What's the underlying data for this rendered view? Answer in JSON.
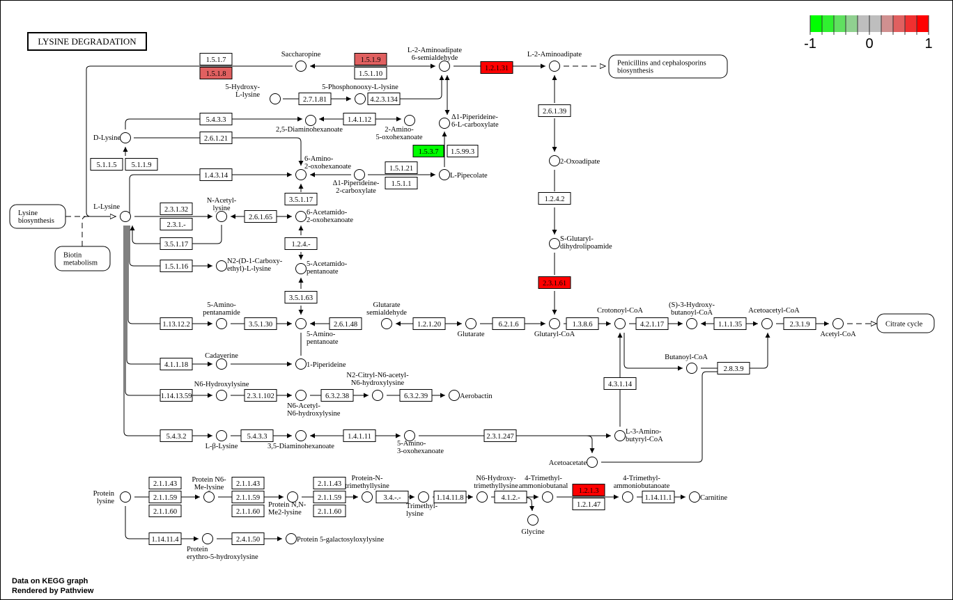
{
  "title": "LYSINE DEGRADATION",
  "footer": [
    "Data on KEGG graph",
    "Rendered by Pathview"
  ],
  "legend": {
    "min_label": "-1",
    "mid_label": "0",
    "max_label": "1",
    "colors": [
      "#00ff00",
      "#30f030",
      "#60e060",
      "#90d090",
      "#bebebe",
      "#bebebe",
      "#d09090",
      "#e06060",
      "#f03030",
      "#ff0000"
    ]
  },
  "enzymes": [
    {
      "id": "e1",
      "label": "1.5.1.7",
      "color": "#ffffff"
    },
    {
      "id": "e2",
      "label": "1.5.1.8",
      "color": "#e06060"
    },
    {
      "id": "e3",
      "label": "1.5.1.9",
      "color": "#e06060"
    },
    {
      "id": "e4",
      "label": "1.5.1.10",
      "color": "#ffffff"
    },
    {
      "id": "e5",
      "label": "1.2.1.31",
      "color": "#ff0000"
    },
    {
      "id": "e6",
      "label": "2.7.1.81",
      "color": "#ffffff"
    },
    {
      "id": "e7",
      "label": "4.2.3.134",
      "color": "#ffffff"
    },
    {
      "id": "e8",
      "label": "5.4.3.3",
      "color": "#ffffff"
    },
    {
      "id": "e9",
      "label": "1.4.1.12",
      "color": "#ffffff"
    },
    {
      "id": "e10",
      "label": "2.6.1.21",
      "color": "#ffffff"
    },
    {
      "id": "e11",
      "label": "2.6.1.39",
      "color": "#ffffff"
    },
    {
      "id": "e12",
      "label": "1.5.3.7",
      "color": "#00ff00"
    },
    {
      "id": "e13",
      "label": "1.5.99.3",
      "color": "#ffffff"
    },
    {
      "id": "e14",
      "label": "5.1.1.5",
      "color": "#ffffff"
    },
    {
      "id": "e15",
      "label": "5.1.1.9",
      "color": "#ffffff"
    },
    {
      "id": "e16",
      "label": "1.4.3.14",
      "color": "#ffffff"
    },
    {
      "id": "e17",
      "label": "1.5.1.21",
      "color": "#ffffff"
    },
    {
      "id": "e18",
      "label": "1.5.1.1",
      "color": "#ffffff"
    },
    {
      "id": "e19",
      "label": "3.5.1.17",
      "color": "#ffffff"
    },
    {
      "id": "e20",
      "label": "1.2.4.2",
      "color": "#ffffff"
    },
    {
      "id": "e21",
      "label": "2.3.1.32",
      "color": "#ffffff"
    },
    {
      "id": "e22",
      "label": "2.3.1.-",
      "color": "#ffffff"
    },
    {
      "id": "e23",
      "label": "2.6.1.65",
      "color": "#ffffff"
    },
    {
      "id": "e24",
      "label": "3.5.1.17",
      "color": "#ffffff"
    },
    {
      "id": "e25",
      "label": "1.2.4.-",
      "color": "#ffffff"
    },
    {
      "id": "e26",
      "label": "1.5.1.16",
      "color": "#ffffff"
    },
    {
      "id": "e27",
      "label": "2.3.1.61",
      "color": "#ff0000"
    },
    {
      "id": "e28",
      "label": "3.5.1.63",
      "color": "#ffffff"
    },
    {
      "id": "e29",
      "label": "1.13.12.2",
      "color": "#ffffff"
    },
    {
      "id": "e30",
      "label": "3.5.1.30",
      "color": "#ffffff"
    },
    {
      "id": "e31",
      "label": "2.6.1.48",
      "color": "#ffffff"
    },
    {
      "id": "e32",
      "label": "1.2.1.20",
      "color": "#ffffff"
    },
    {
      "id": "e33",
      "label": "6.2.1.6",
      "color": "#ffffff"
    },
    {
      "id": "e34",
      "label": "1.3.8.6",
      "color": "#ffffff"
    },
    {
      "id": "e35",
      "label": "4.2.1.17",
      "color": "#ffffff"
    },
    {
      "id": "e36",
      "label": "1.1.1.35",
      "color": "#ffffff"
    },
    {
      "id": "e37",
      "label": "2.3.1.9",
      "color": "#ffffff"
    },
    {
      "id": "e38",
      "label": "4.1.1.18",
      "color": "#ffffff"
    },
    {
      "id": "e39",
      "label": "2.8.3.9",
      "color": "#ffffff"
    },
    {
      "id": "e40",
      "label": "4.3.1.14",
      "color": "#ffffff"
    },
    {
      "id": "e41",
      "label": "1.14.13.59",
      "color": "#ffffff"
    },
    {
      "id": "e42",
      "label": "2.3.1.102",
      "color": "#ffffff"
    },
    {
      "id": "e43",
      "label": "6.3.2.38",
      "color": "#ffffff"
    },
    {
      "id": "e44",
      "label": "6.3.2.39",
      "color": "#ffffff"
    },
    {
      "id": "e45",
      "label": "5.4.3.2",
      "color": "#ffffff"
    },
    {
      "id": "e46",
      "label": "5.4.3.3",
      "color": "#ffffff"
    },
    {
      "id": "e47",
      "label": "1.4.1.11",
      "color": "#ffffff"
    },
    {
      "id": "e48",
      "label": "2.3.1.247",
      "color": "#ffffff"
    },
    {
      "id": "e49",
      "label": "2.1.1.43",
      "color": "#ffffff"
    },
    {
      "id": "e50",
      "label": "2.1.1.59",
      "color": "#ffffff"
    },
    {
      "id": "e51",
      "label": "2.1.1.60",
      "color": "#ffffff"
    },
    {
      "id": "e52",
      "label": "2.1.1.43",
      "color": "#ffffff"
    },
    {
      "id": "e53",
      "label": "2.1.1.59",
      "color": "#ffffff"
    },
    {
      "id": "e54",
      "label": "2.1.1.60",
      "color": "#ffffff"
    },
    {
      "id": "e55",
      "label": "2.1.1.43",
      "color": "#ffffff"
    },
    {
      "id": "e56",
      "label": "2.1.1.59",
      "color": "#ffffff"
    },
    {
      "id": "e57",
      "label": "2.1.1.60",
      "color": "#ffffff"
    },
    {
      "id": "e58",
      "label": "3.4.-.-",
      "color": "#ffffff"
    },
    {
      "id": "e59",
      "label": "1.14.11.8",
      "color": "#ffffff"
    },
    {
      "id": "e60",
      "label": "4.1.2.-",
      "color": "#ffffff"
    },
    {
      "id": "e61",
      "label": "1.2.1.3",
      "color": "#ff0000"
    },
    {
      "id": "e62",
      "label": "1.2.1.47",
      "color": "#ffffff"
    },
    {
      "id": "e63",
      "label": "1.14.11.1",
      "color": "#ffffff"
    },
    {
      "id": "e64",
      "label": "1.14.11.4",
      "color": "#ffffff"
    },
    {
      "id": "e65",
      "label": "2.4.1.50",
      "color": "#ffffff"
    }
  ],
  "compounds": [
    {
      "id": "c_saccharopine",
      "label": [
        "Saccharopine"
      ]
    },
    {
      "id": "c_l2aa6sa",
      "label": [
        "L-2-Aminoadipate",
        "6-semialdehyde"
      ]
    },
    {
      "id": "c_l2aa",
      "label": [
        "L-2-Aminoadipate"
      ]
    },
    {
      "id": "c_5hl",
      "label": [
        "5-Hydroxy-",
        "L-lysine"
      ]
    },
    {
      "id": "c_5pl",
      "label": [
        "5-Phosphonooxy-L-lysine"
      ]
    },
    {
      "id": "c_25dh",
      "label": [
        "2,5-Diaminohexanoate"
      ]
    },
    {
      "id": "c_2a5o",
      "label": [
        "2-Amino-",
        "5-oxohexanoate"
      ]
    },
    {
      "id": "c_p6c",
      "label": [
        "Δ1-Piperideine-",
        "6-L-carboxylate"
      ]
    },
    {
      "id": "c_dlys",
      "label": [
        "D-Lysine"
      ]
    },
    {
      "id": "c_2oxo",
      "label": [
        "2-Oxoadipate"
      ]
    },
    {
      "id": "c_6a2o",
      "label": [
        "6-Amino-",
        "2-oxohexanoate"
      ]
    },
    {
      "id": "c_p2c",
      "label": [
        "Δ1-Piperideine-",
        "2-carboxylate"
      ]
    },
    {
      "id": "c_lpip",
      "label": [
        "L-Pipecolate"
      ]
    },
    {
      "id": "c_llys",
      "label": [
        "L-Lysine"
      ]
    },
    {
      "id": "c_nacl",
      "label": [
        "N-Acetyl-",
        "lysine"
      ]
    },
    {
      "id": "c_6acx",
      "label": [
        "6-Acetamido-",
        "2-oxohexanoate"
      ]
    },
    {
      "id": "c_sgdl",
      "label": [
        "S-Glutaryl-",
        "dihydrolipoamide"
      ]
    },
    {
      "id": "c_n2dc",
      "label": [
        "N2-(D-1-Carboxy-",
        "ethyl)-L-lysine"
      ]
    },
    {
      "id": "c_5acp",
      "label": [
        "5-Acetamido-",
        "pentanoate"
      ]
    },
    {
      "id": "c_5apa",
      "label": [
        "5-Amino-",
        "pentanamide"
      ]
    },
    {
      "id": "c_5ap",
      "label": [
        "5-Amino-",
        "pentanoate"
      ]
    },
    {
      "id": "c_gsa",
      "label": [
        "Glutarate",
        "semialdehyde"
      ]
    },
    {
      "id": "c_glut",
      "label": [
        "Glutarate"
      ]
    },
    {
      "id": "c_gcoa",
      "label": [
        "Glutaryl-CoA"
      ]
    },
    {
      "id": "c_ccoa",
      "label": [
        "Crotonoyl-CoA"
      ]
    },
    {
      "id": "c_s3hb",
      "label": [
        "(S)-3-Hydroxy-",
        "butanoyl-CoA"
      ]
    },
    {
      "id": "c_aacoa",
      "label": [
        "Acetoacetyl-CoA"
      ]
    },
    {
      "id": "c_acoa",
      "label": [
        "Acetyl-CoA"
      ]
    },
    {
      "id": "c_cad",
      "label": [
        "Cadaverine"
      ]
    },
    {
      "id": "c_1pip",
      "label": [
        "1-Piperideine"
      ]
    },
    {
      "id": "c_bcoa",
      "label": [
        "Butanoyl-CoA"
      ]
    },
    {
      "id": "c_n6h",
      "label": [
        "N6-Hydroxylysine"
      ]
    },
    {
      "id": "c_n6a",
      "label": [
        "N6-Acetyl-",
        "N6-hydroxylysine"
      ]
    },
    {
      "id": "c_n2c",
      "label": [
        "N2-Citryl-N6-acetyl-",
        "N6-hydroxylysine"
      ]
    },
    {
      "id": "c_aero",
      "label": [
        "Aerobactin"
      ]
    },
    {
      "id": "c_lbl",
      "label": [
        "L-β-Lysine"
      ]
    },
    {
      "id": "c_35dh",
      "label": [
        "3,5-Diaminohexanoate"
      ]
    },
    {
      "id": "c_5a3o",
      "label": [
        "5-Amino-",
        "3-oxohexanoate"
      ]
    },
    {
      "id": "c_l3ab",
      "label": [
        "L-3-Amino-",
        "butyryl-CoA"
      ]
    },
    {
      "id": "c_acac",
      "label": [
        "Acetoacetate"
      ]
    },
    {
      "id": "c_plys",
      "label": [
        "Protein",
        "lysine"
      ]
    },
    {
      "id": "c_pn6",
      "label": [
        "Protein N6-",
        "Me-lysine"
      ]
    },
    {
      "id": "c_pnn",
      "label": [
        "Protein N,N-",
        "Me2-lysine"
      ]
    },
    {
      "id": "c_pnt",
      "label": [
        "Protein-N-",
        "trimethyllysine"
      ]
    },
    {
      "id": "c_tml",
      "label": [
        "Trimethyl-",
        "lysine"
      ]
    },
    {
      "id": "c_n6ht",
      "label": [
        "N6-Hydroxy-",
        "trimethyllysine"
      ]
    },
    {
      "id": "c_4tma",
      "label": [
        "4-Trimethyl-",
        "ammoniobutanal"
      ]
    },
    {
      "id": "c_gly",
      "label": [
        "Glycine"
      ]
    },
    {
      "id": "c_4tmb",
      "label": [
        "4-Trimethyl-",
        "ammoniobutanoate"
      ]
    },
    {
      "id": "c_carn",
      "label": [
        "Carnitine"
      ]
    },
    {
      "id": "c_pe5h",
      "label": [
        "Protein",
        "erythro-5-hydroxylysine"
      ]
    },
    {
      "id": "c_p5g",
      "label": [
        "Protein 5-galactosyloxylysine"
      ]
    }
  ],
  "maps": [
    {
      "id": "m_pen",
      "label": [
        "Penicillins and cephalosporins",
        "biosynthesis"
      ]
    },
    {
      "id": "m_lysb",
      "label": [
        "Lysine",
        "biosynthesis"
      ]
    },
    {
      "id": "m_bio",
      "label": [
        "Biotin",
        "metabolism"
      ]
    },
    {
      "id": "m_tca",
      "label": [
        "Citrate cycle"
      ]
    }
  ]
}
